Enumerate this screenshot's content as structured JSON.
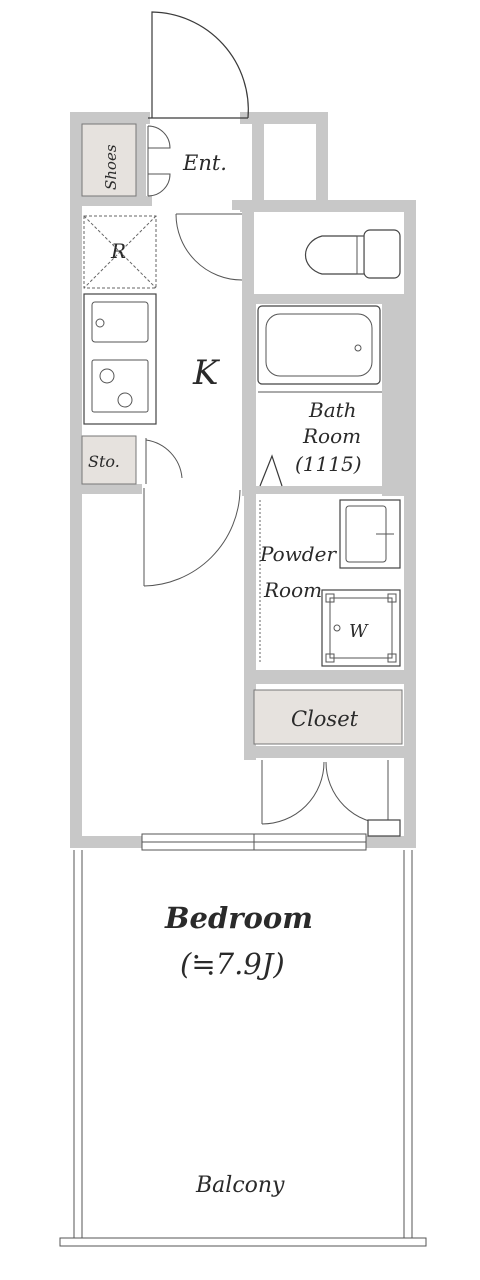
{
  "rooms": {
    "entrance": "Ent.",
    "shoes": "Shoes",
    "refrigerator": "R",
    "kitchen": "K",
    "storage": "Sto.",
    "bath_line1": "Bath",
    "bath_line2": "Room",
    "bath_line3": "(1115)",
    "powder_line1": "Powder",
    "powder_line2": "Room",
    "washer": "W",
    "closet": "Closet",
    "bedroom": "Bedroom",
    "bedroom_size": "(≒7.9J)",
    "balcony": "Balcony"
  },
  "colors": {
    "wall": "#c8c8c8",
    "storage_fill": "#e6e2de"
  }
}
